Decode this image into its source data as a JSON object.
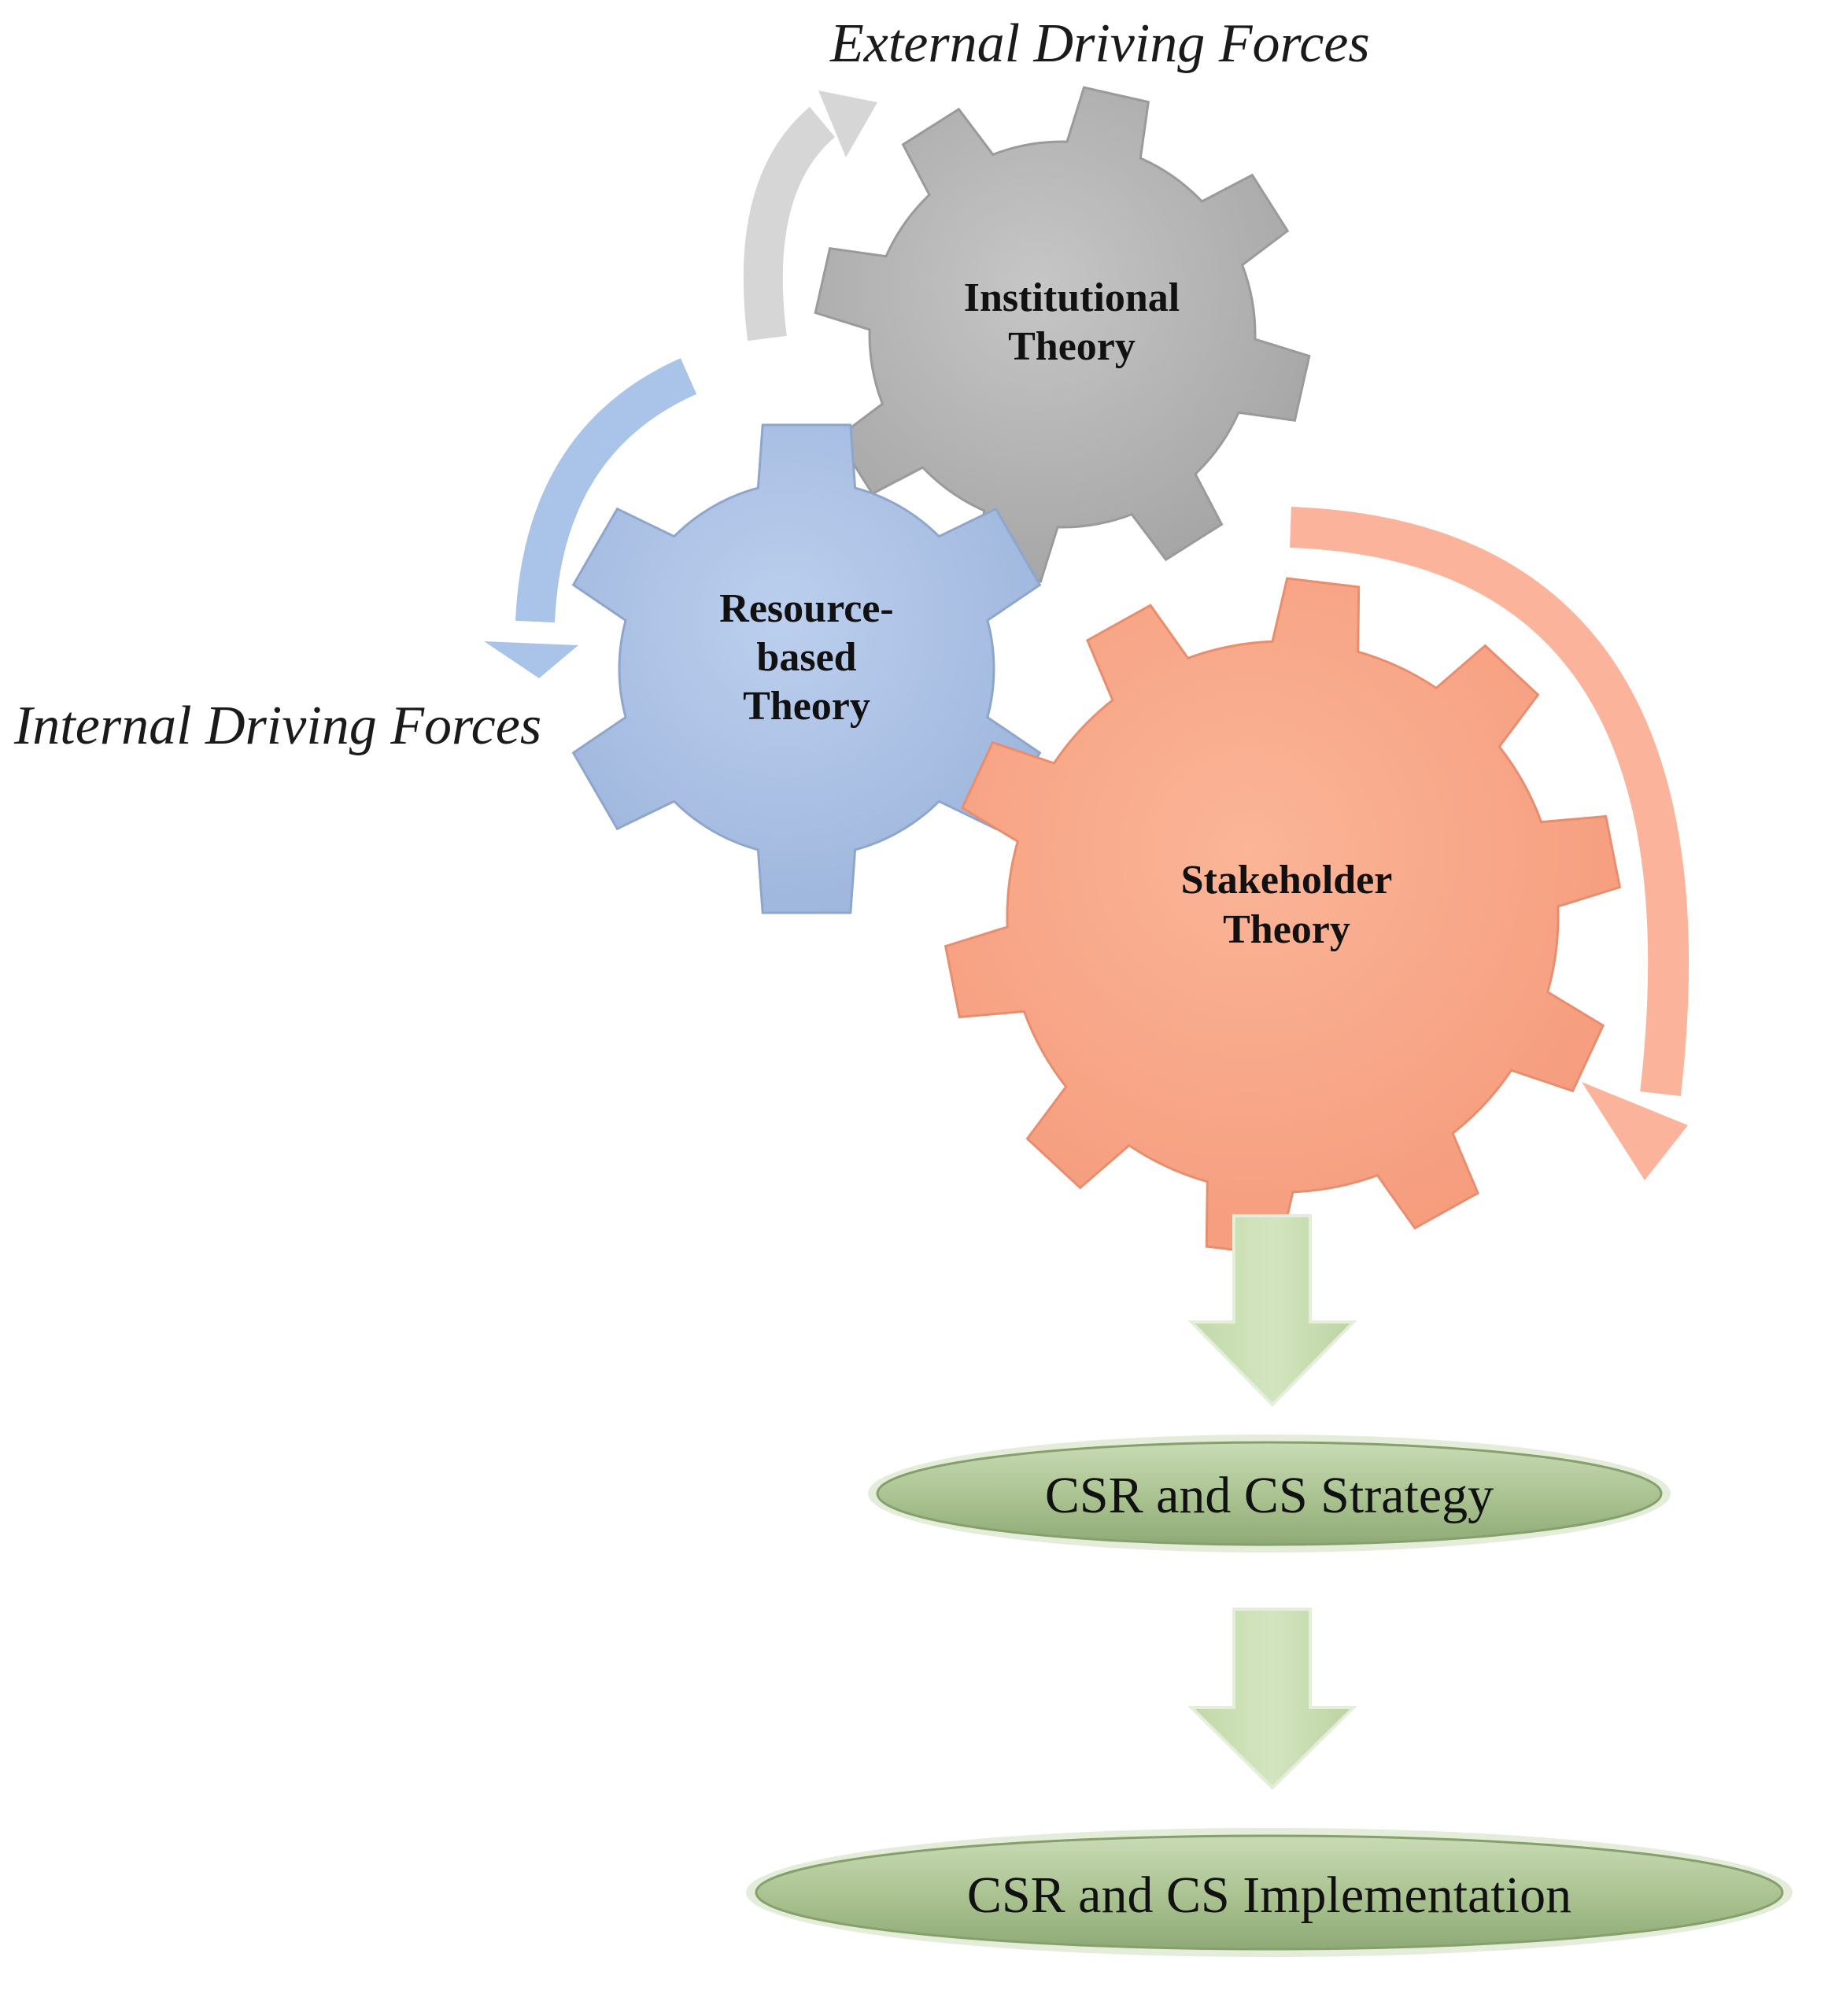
{
  "forces": {
    "external": "External Driving Forces",
    "internal": "Internal Driving Forces"
  },
  "gears": {
    "institutional": {
      "line1": "Institutional",
      "line2": "Theory",
      "color": "#b8b8b8"
    },
    "resource": {
      "line1": "Resource-",
      "line2": "based",
      "line3": "Theory",
      "color": "#aec3e4"
    },
    "stakeholder": {
      "line1": "Stakeholder",
      "line2": "Theory",
      "color": "#f9a98b"
    }
  },
  "stages": {
    "strategy": "CSR and CS Strategy",
    "implementation": "CSR and CS Implementation",
    "fill": "#adc495",
    "arrow_color": "#c8dcb0"
  },
  "arrow_colors": {
    "external": "#d4d4d4",
    "internal": "#a9c4e8",
    "stakeholder": "#fbb49b"
  }
}
